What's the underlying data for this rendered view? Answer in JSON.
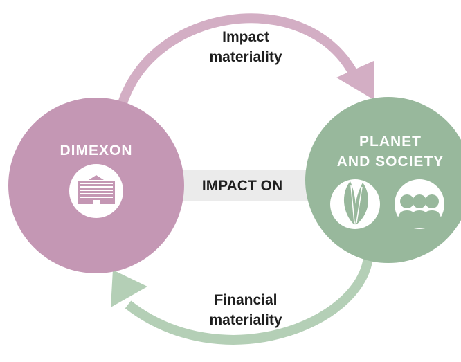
{
  "top_arrow": {
    "line1": "Impact",
    "line2": "materiality"
  },
  "bottom_arrow": {
    "line1": "Financial",
    "line2": "materiality"
  },
  "left_node": {
    "title": "DIMEXON",
    "icon": "building-icon"
  },
  "right_node": {
    "title_line1": "PLANET",
    "title_line2": "AND SOCIETY",
    "icons": [
      "leaves-icon",
      "people-icon"
    ]
  },
  "connector": {
    "label": "IMPACT ON"
  },
  "colors": {
    "left_circle": "#c497b4",
    "right_circle": "#98b89c",
    "top_arrow": "#d3aec4",
    "bottom_arrow": "#b4cfb6",
    "band": "#ebebeb",
    "text_dark": "#1f1f1f",
    "white": "#ffffff"
  }
}
